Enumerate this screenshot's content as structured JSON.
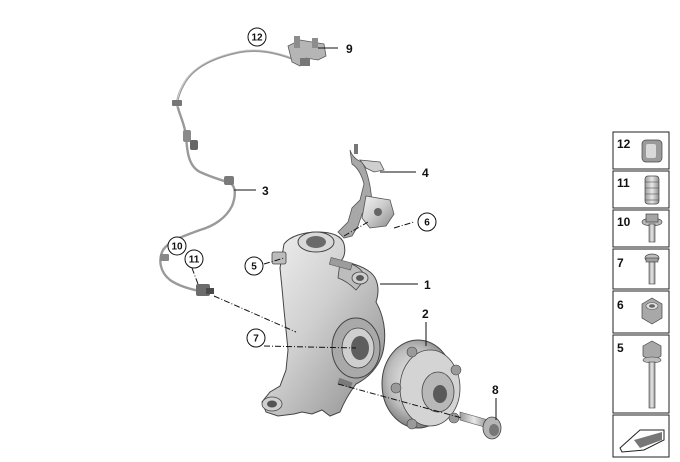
{
  "callouts": {
    "c1": "1",
    "c2": "2",
    "c3": "3",
    "c4": "4",
    "c5": "5",
    "c6": "6",
    "c7": "7",
    "c8": "8",
    "c9": "9",
    "c10": "10",
    "c11": "11",
    "c12": "12"
  },
  "legend": [
    {
      "number": "12",
      "icon": "cable-clip-icon"
    },
    {
      "number": "11",
      "icon": "clip-nut-icon"
    },
    {
      "number": "10",
      "icon": "flange-bolt-icon"
    },
    {
      "number": "7",
      "icon": "torx-screw-icon"
    },
    {
      "number": "6",
      "icon": "hex-nut-icon"
    },
    {
      "number": "5",
      "icon": "long-bolt-icon"
    }
  ]
}
